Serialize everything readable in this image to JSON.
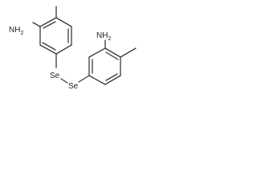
{
  "molecule": {
    "amine_left": "NH",
    "amine_left_sub": "2",
    "amine_right": "NH",
    "amine_right_sub": "2",
    "selenium_left": "Se",
    "selenium_right": "Se"
  },
  "colors": {
    "bond": "#3a3a3a",
    "text": "#222222",
    "background": "#ffffff"
  }
}
